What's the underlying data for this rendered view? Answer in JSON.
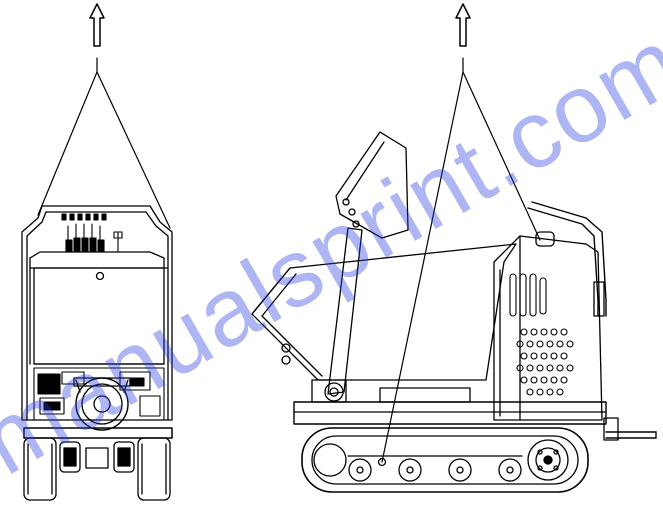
{
  "watermark": {
    "text": "manualsprint.com",
    "color": "#283cdc"
  },
  "figures": {
    "front_view": {
      "name": "front-view-lifting-diagram",
      "lift_direction": "up"
    },
    "side_view": {
      "name": "side-view-lifting-diagram",
      "lift_direction": "up"
    }
  },
  "colors": {
    "line": "#000000",
    "background": "#ffffff"
  }
}
